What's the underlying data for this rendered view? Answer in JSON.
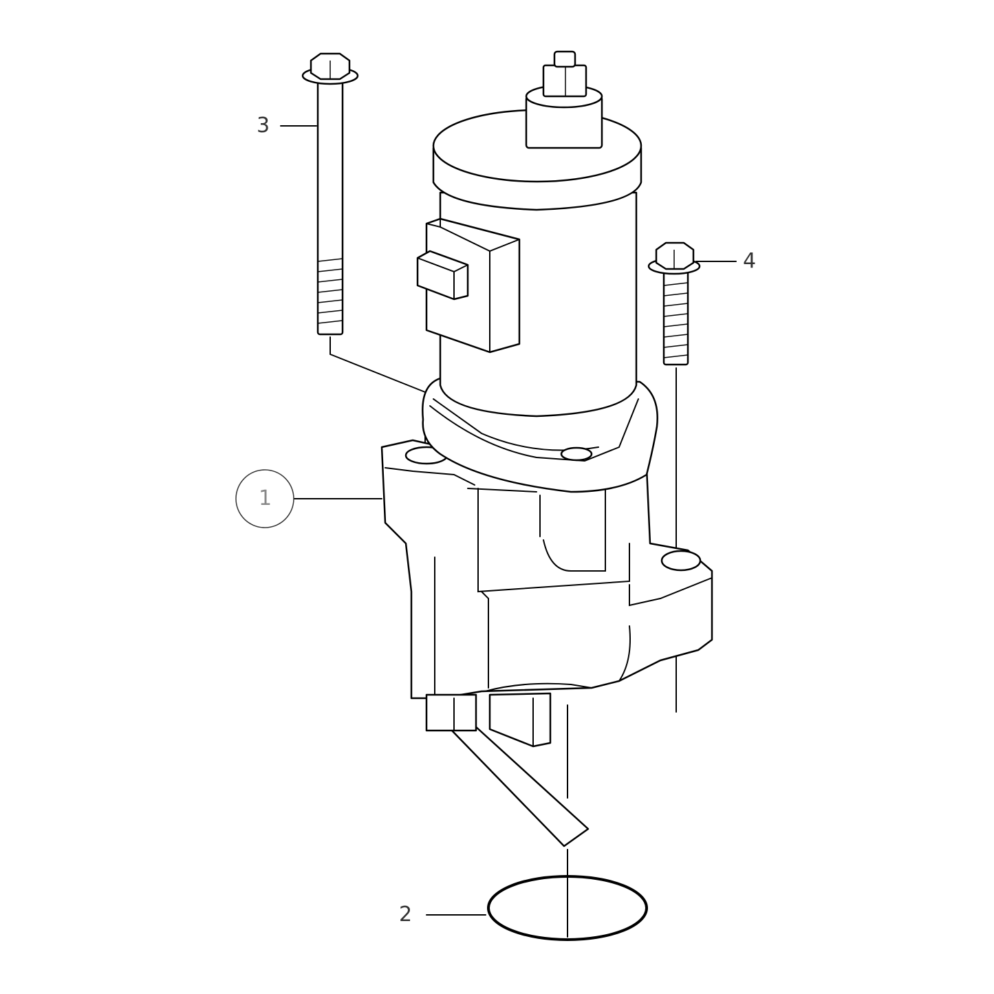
{
  "diagram": {
    "type": "exploded parts diagram",
    "callouts": [
      {
        "id": "1",
        "circled": true
      },
      {
        "id": "2",
        "circled": false
      },
      {
        "id": "3",
        "circled": false
      },
      {
        "id": "4",
        "circled": false
      }
    ],
    "colors": {
      "line": "#000000",
      "label": "#333333",
      "background": "#ffffff"
    }
  }
}
